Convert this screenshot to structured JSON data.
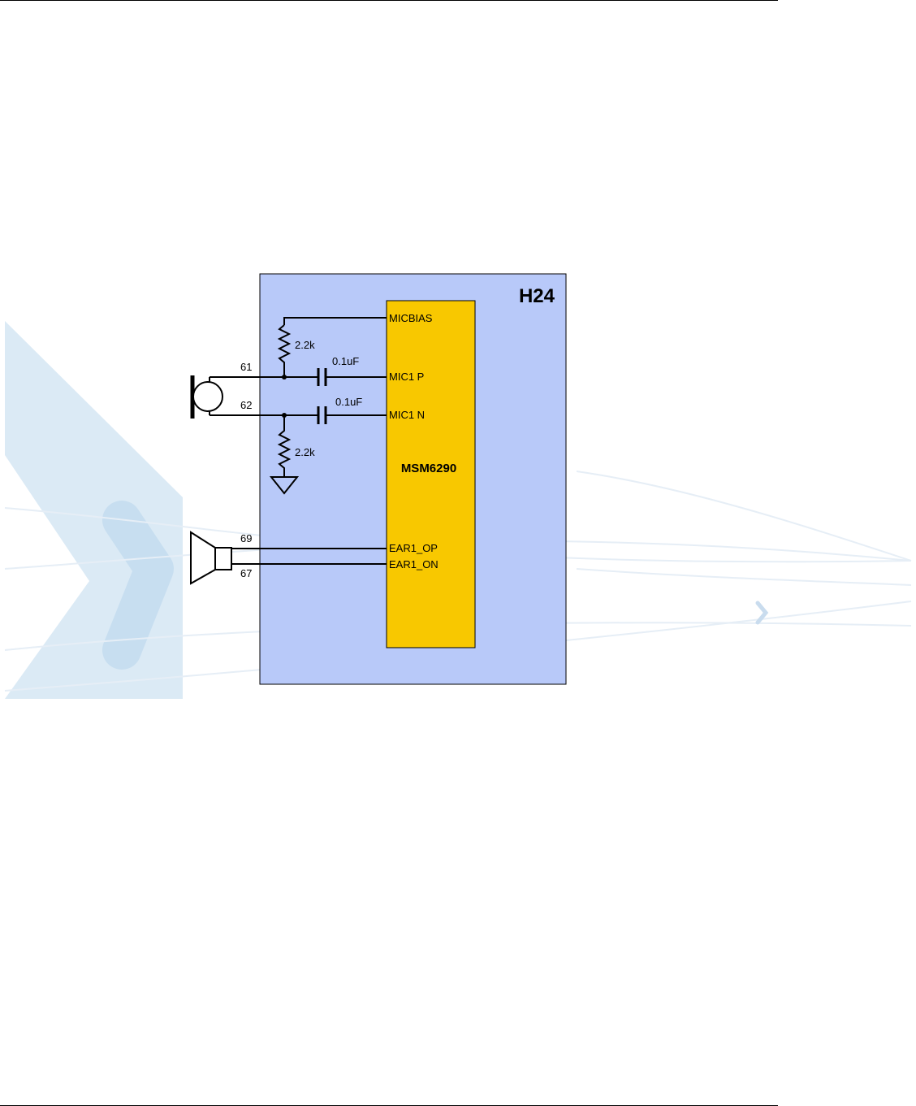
{
  "diagram": {
    "module_label": "H24",
    "chip_label": "MSM6290",
    "pins": {
      "micbias": "MICBIAS",
      "mic1p": "MIC1 P",
      "mic1n": "MIC1 N",
      "ear1_op": "EAR1_OP",
      "ear1_on": "EAR1_ON"
    },
    "connector_pins": {
      "p61": "61",
      "p62": "62",
      "p69": "69",
      "p67": "67"
    },
    "components": {
      "r_top": "2.2k",
      "r_bottom": "2.2k",
      "c_top": "0.1uF",
      "c_bottom": "0.1uF"
    },
    "colors": {
      "module_fill": "#b8c9f9",
      "chip_fill": "#f8c800",
      "watermark": "#d9e9f5"
    }
  }
}
